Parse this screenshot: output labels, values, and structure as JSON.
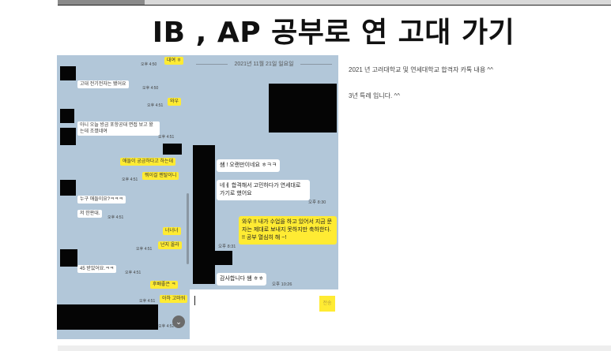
{
  "page": {
    "title": "IB , AP 공부로 연 고대 가기",
    "caption1": "2021 년 고려대학교 및 연세대학교 합격자 카톡 내용 ^^",
    "caption2": "3년 특례 입니다. ^^"
  },
  "left_chat": {
    "messages": [
      {
        "text": "대여 ㅎ",
        "type": "yellow"
      },
      {
        "text": "고대 전기전자는 됐어요",
        "type": "white"
      },
      {
        "text": "와우",
        "type": "yellow"
      },
      {
        "text": "아니 오늘 방금 포항공대 면접 보고 왔는데 조졌네여",
        "type": "white"
      },
      {
        "text": "애들이 궁금하다고 하는데",
        "type": "yellow"
      },
      {
        "text": "뭐이걸 멘탈이니",
        "type": "yellow"
      },
      {
        "text": "누구 애들이요?ㅋㅋㅋ",
        "type": "white"
      },
      {
        "text": "저 한판대.",
        "type": "white"
      },
      {
        "text": "너너너",
        "type": "yellow"
      },
      {
        "text": "넌지 올라",
        "type": "yellow"
      },
      {
        "text": "45 받았어요.ㅋㅋ",
        "type": "white"
      },
      {
        "text": "후배좋은 ㅋ",
        "type": "yellow"
      },
      {
        "text": "아하 고마워",
        "type": "yellow"
      }
    ],
    "times": [
      "오후 4:50",
      "오후 4:50",
      "오후 4:51",
      "오후 4:51",
      "오후 4:51",
      "오후 4:51",
      "오후 4:51",
      "오후 4:51",
      "오후 4:51",
      "오후 4:51",
      "오후 4:52"
    ],
    "scroll_down_icon": "chevron-down-icon"
  },
  "right_chat": {
    "date": "2021년 11월 21일 일요일",
    "messages": [
      {
        "text": "쌤 ! 오랜만이네요 ㅎㅋㅋ",
        "type": "white"
      },
      {
        "text": "네ㅔ 합격해서 고민하다가 연세대로 가기로 했어요",
        "type": "white"
      },
      {
        "text": "와우 !! 내가 수업을 하고 있어서 지금 문자는 제대로 보내지 못하지만 축하한다. !! 공부 열심히 해 ~!",
        "type": "yellow"
      },
      {
        "text": "감사합니다 쌤 ㅎㅎ",
        "type": "white"
      }
    ],
    "times": [
      "오후 8:30",
      "오후 8:31",
      "오후 10:26"
    ],
    "send_label": "전송"
  },
  "colors": {
    "chat_bg": "#b2c7d9",
    "yellow_bubble": "#ffeb33",
    "white_bubble": "#ffffff"
  }
}
